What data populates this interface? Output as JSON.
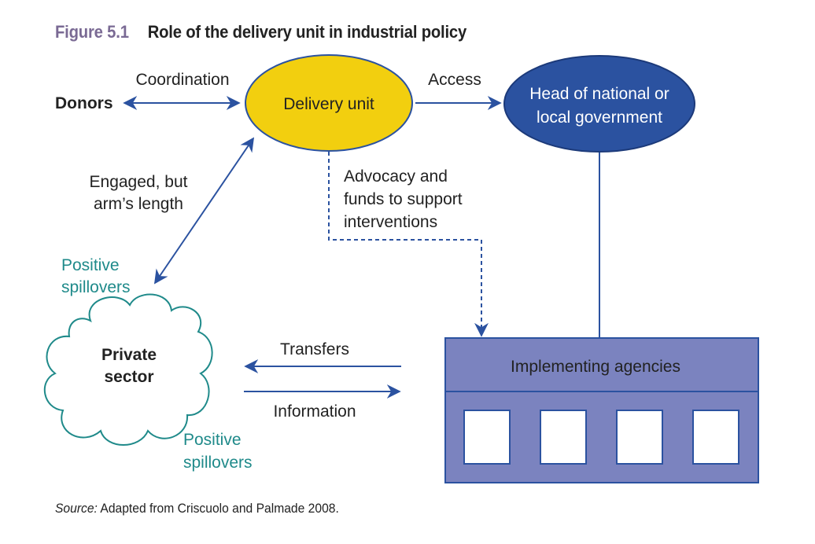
{
  "figure": {
    "number": "Figure 5.1",
    "title": "Role of the delivery unit in industrial policy"
  },
  "nodes": {
    "donors": "Donors",
    "delivery_unit": "Delivery unit",
    "head_line1": "Head of national or",
    "head_line2": "local government",
    "private_line1": "Private",
    "private_line2": "sector",
    "agencies": "Implementing agencies"
  },
  "edges": {
    "coordination": "Coordination",
    "access": "Access",
    "engaged_line1": "Engaged, but",
    "engaged_line2": "arm’s length",
    "advocacy_line1": "Advocacy and",
    "advocacy_line2": "funds to support",
    "advocacy_line3": "interventions",
    "transfers": "Transfers",
    "information": "Information"
  },
  "annotations": {
    "spill_top_line1": "Positive",
    "spill_top_line2": "spillovers",
    "spill_bottom_line1": "Positive",
    "spill_bottom_line2": "spillovers"
  },
  "source": {
    "label": "Source:",
    "text": " Adapted from Criscuolo and Palmade 2008."
  },
  "colors": {
    "delivery_unit_fill": "#f2cf0f",
    "head_fill": "#2b52a0",
    "agencies_fill": "#7b83bf",
    "arrow": "#2b52a0",
    "spillover_text": "#1f8a8a"
  }
}
